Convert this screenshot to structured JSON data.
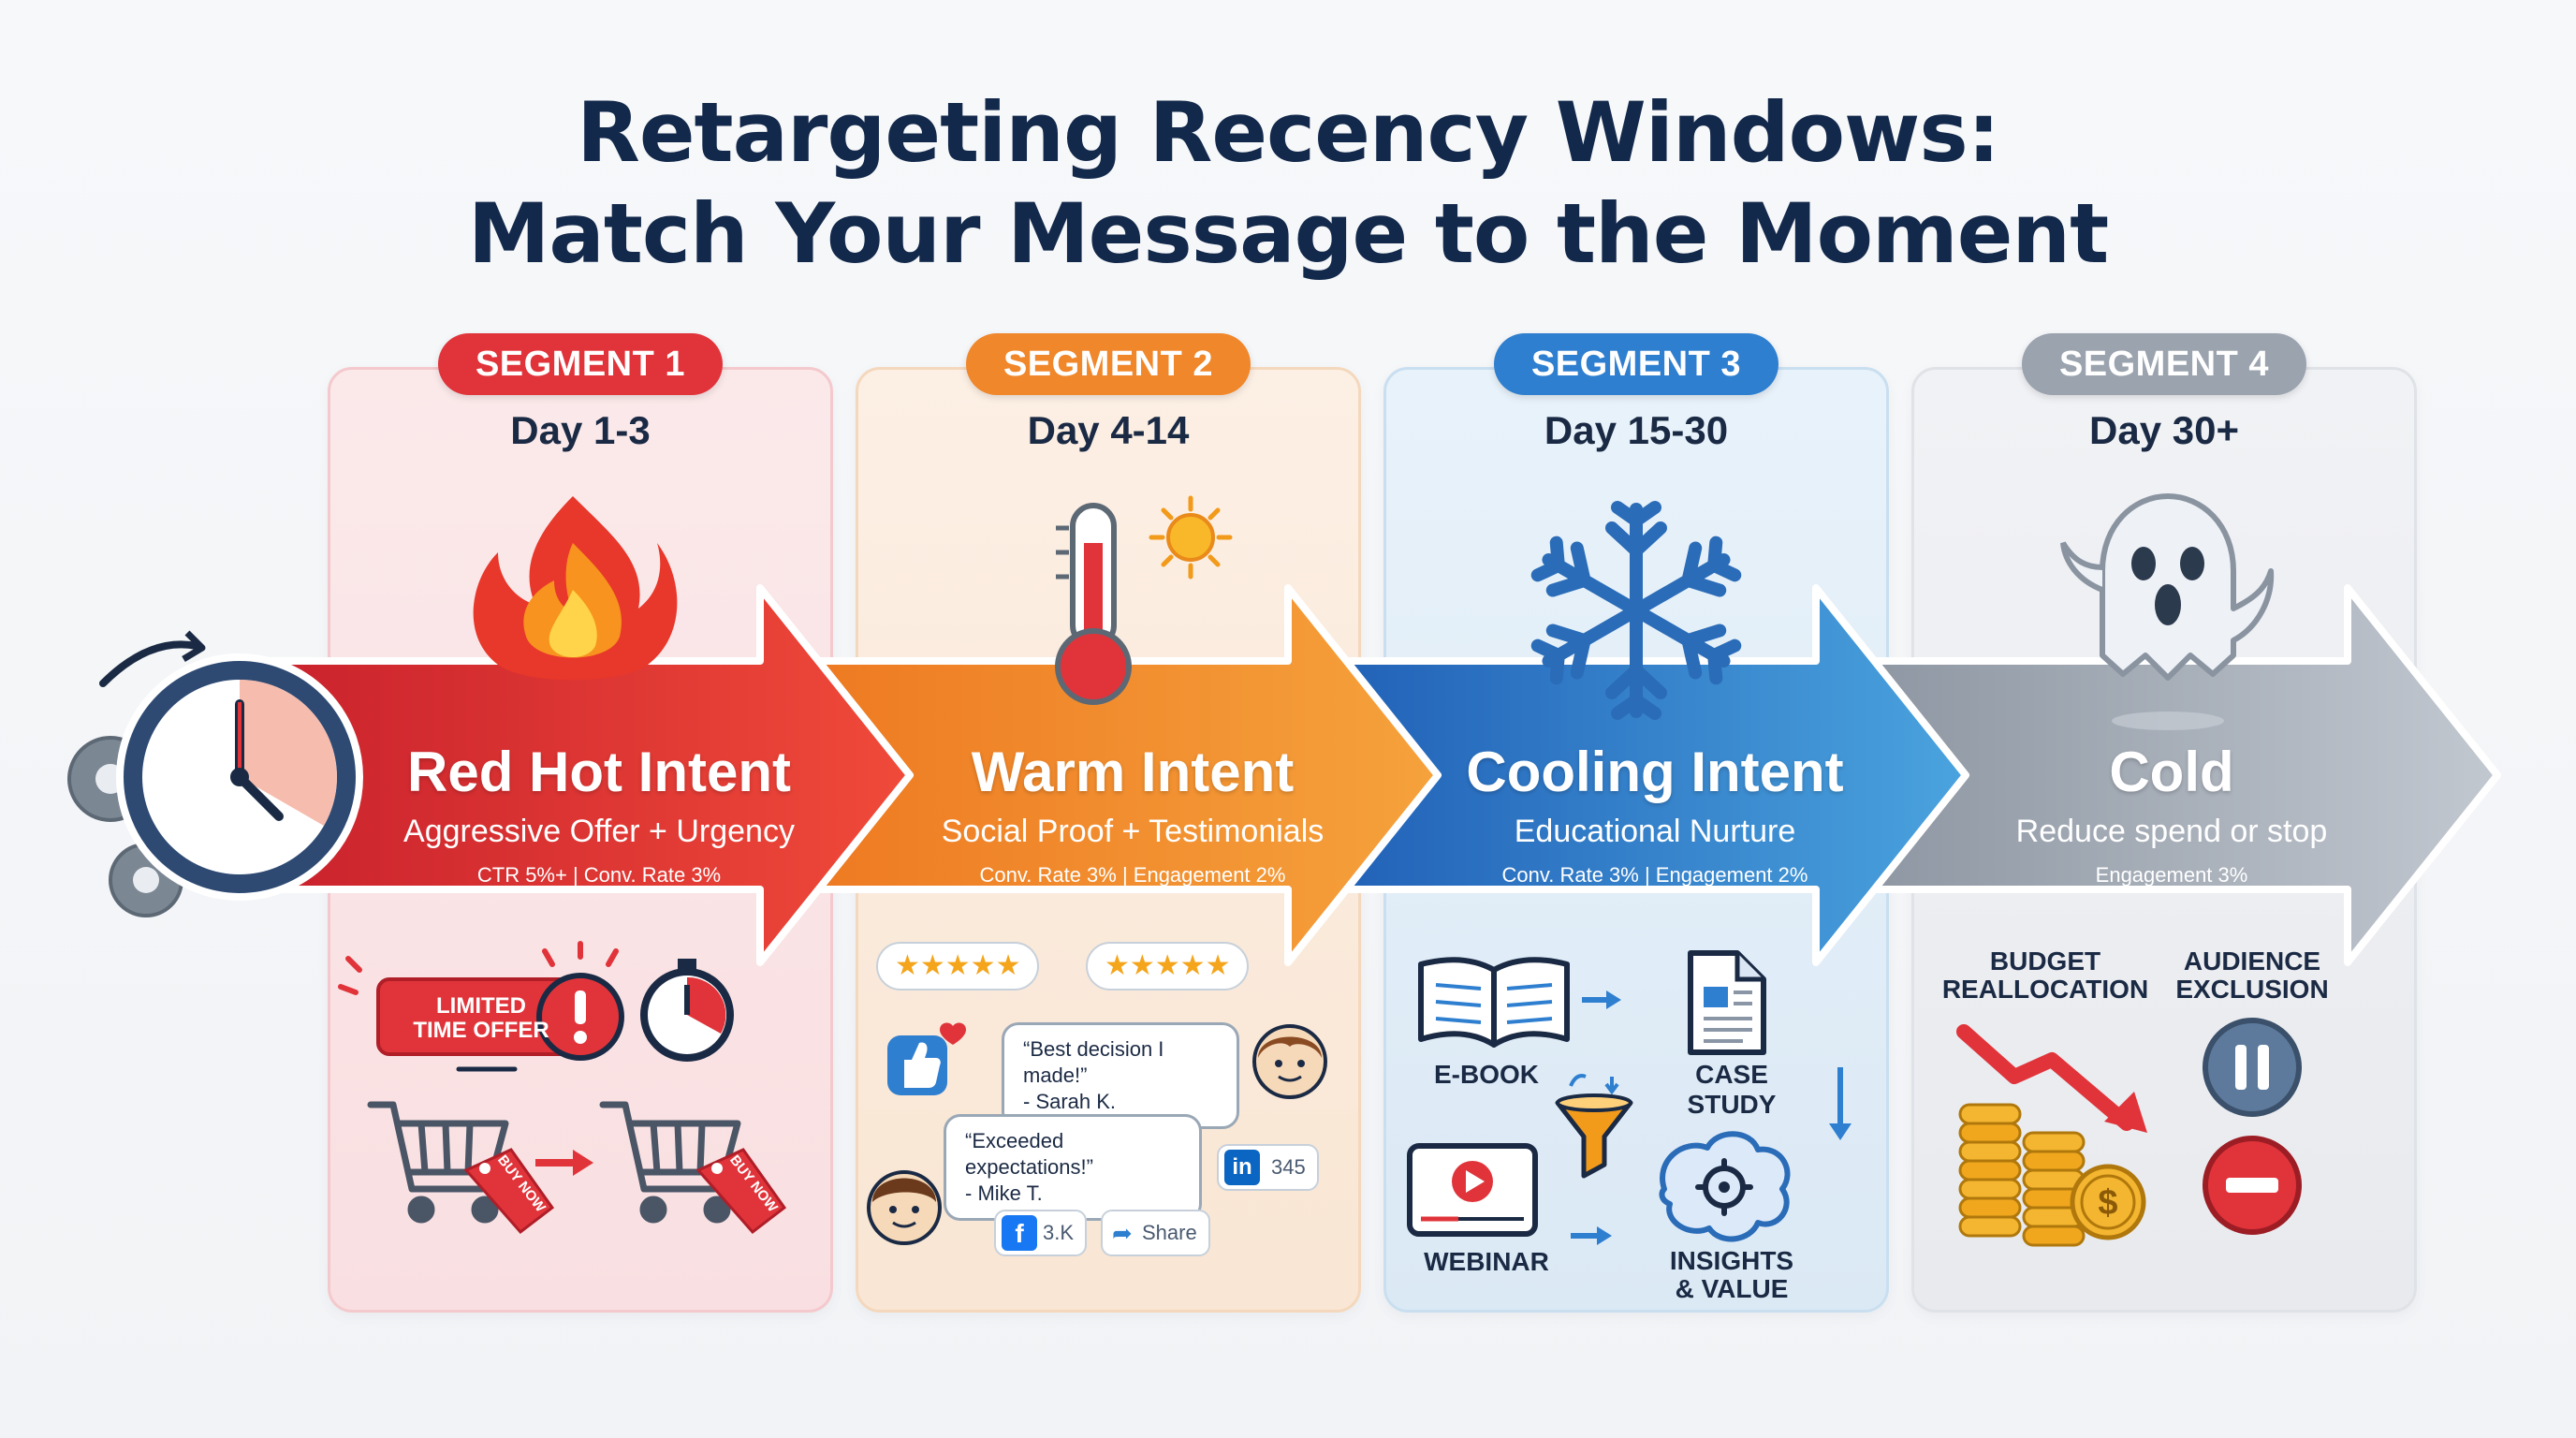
{
  "title": {
    "line1": "Retargeting Recency Windows:",
    "line2": "Match Your Message to the Moment"
  },
  "colors": {
    "red": "#e0343a",
    "orange": "#f0872a",
    "blue": "#2f7fd0",
    "gray": "#9aa3ae",
    "navy": "#13294b"
  },
  "segments": [
    {
      "badge": "SEGMENT 1",
      "days": "Day 1-3",
      "icon": "fire-icon",
      "title": "Red Hot Intent",
      "message": "Aggressive Offer + Urgency",
      "metrics": "CTR 5%+ | Conv. Rate 3%"
    },
    {
      "badge": "SEGMENT 2",
      "days": "Day 4-14",
      "icon": "thermometer-sun-icon",
      "title": "Warm Intent",
      "message": "Social Proof + Testimonials",
      "metrics": "Conv. Rate 3% | Engagement 2%"
    },
    {
      "badge": "SEGMENT 3",
      "days": "Day 15-30",
      "icon": "snowflake-icon",
      "title": "Cooling Intent",
      "message": "Educational Nurture",
      "metrics": "Conv. Rate 3% | Engagement 2%"
    },
    {
      "badge": "SEGMENT 4",
      "days": "Day 30+",
      "icon": "ghost-icon",
      "title": "Cold",
      "message": "Reduce spend or stop",
      "metrics": "Engagement 3%"
    }
  ],
  "seg1_detail": {
    "offer_line1": "LIMITED",
    "offer_line2": "TIME OFFER",
    "tag": "BUY NOW"
  },
  "seg2_detail": {
    "quote1": "“Best decision I made!”",
    "author1": "- Sarah K.",
    "quote2": "“Exceeded expectations!”",
    "author2": "- Mike T.",
    "linkedin_count": "345",
    "facebook_count": "3.K",
    "share_label": "Share",
    "stars": "★★★★★"
  },
  "seg3_detail": {
    "ebook": "E-BOOK",
    "case_study": "CASE STUDY",
    "webinar": "WEBINAR",
    "insights_line1": "INSIGHTS",
    "insights_line2": "& VALUE"
  },
  "seg4_detail": {
    "budget_line1": "BUDGET",
    "budget_line2": "REALLOCATION",
    "audience_line1": "AUDIENCE",
    "audience_line2": "EXCLUSION"
  }
}
